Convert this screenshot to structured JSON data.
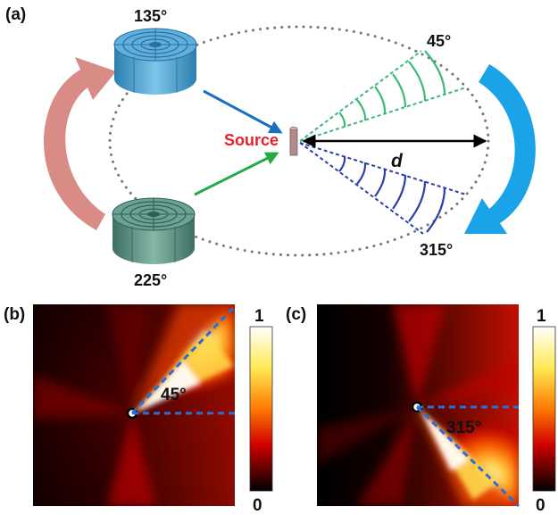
{
  "panel_a": {
    "label": "(a)",
    "angle_top_left": "135°",
    "angle_bottom_left": "225°",
    "angle_top_right": "45°",
    "angle_bottom_right": "315°",
    "source_label": "Source",
    "distance_label": "d"
  },
  "panel_b": {
    "label": "(b)",
    "angle_label": "45°",
    "colorbar_max": "1",
    "colorbar_min": "0"
  },
  "panel_c": {
    "label": "(c)",
    "angle_label": "315°",
    "colorbar_max": "1",
    "colorbar_min": "0"
  },
  "colors": {
    "source_text": "#e8202a",
    "blue_arrow": "#1a6fc0",
    "green_arrow": "#22aa44",
    "big_arrow_left": "#d98b85",
    "big_arrow_right": "#1aa3e8",
    "beam_45": "#3cb878",
    "beam_315": "#2a3fa8",
    "device_top": "#4d9ed0",
    "device_bottom": "#4f8f80"
  }
}
